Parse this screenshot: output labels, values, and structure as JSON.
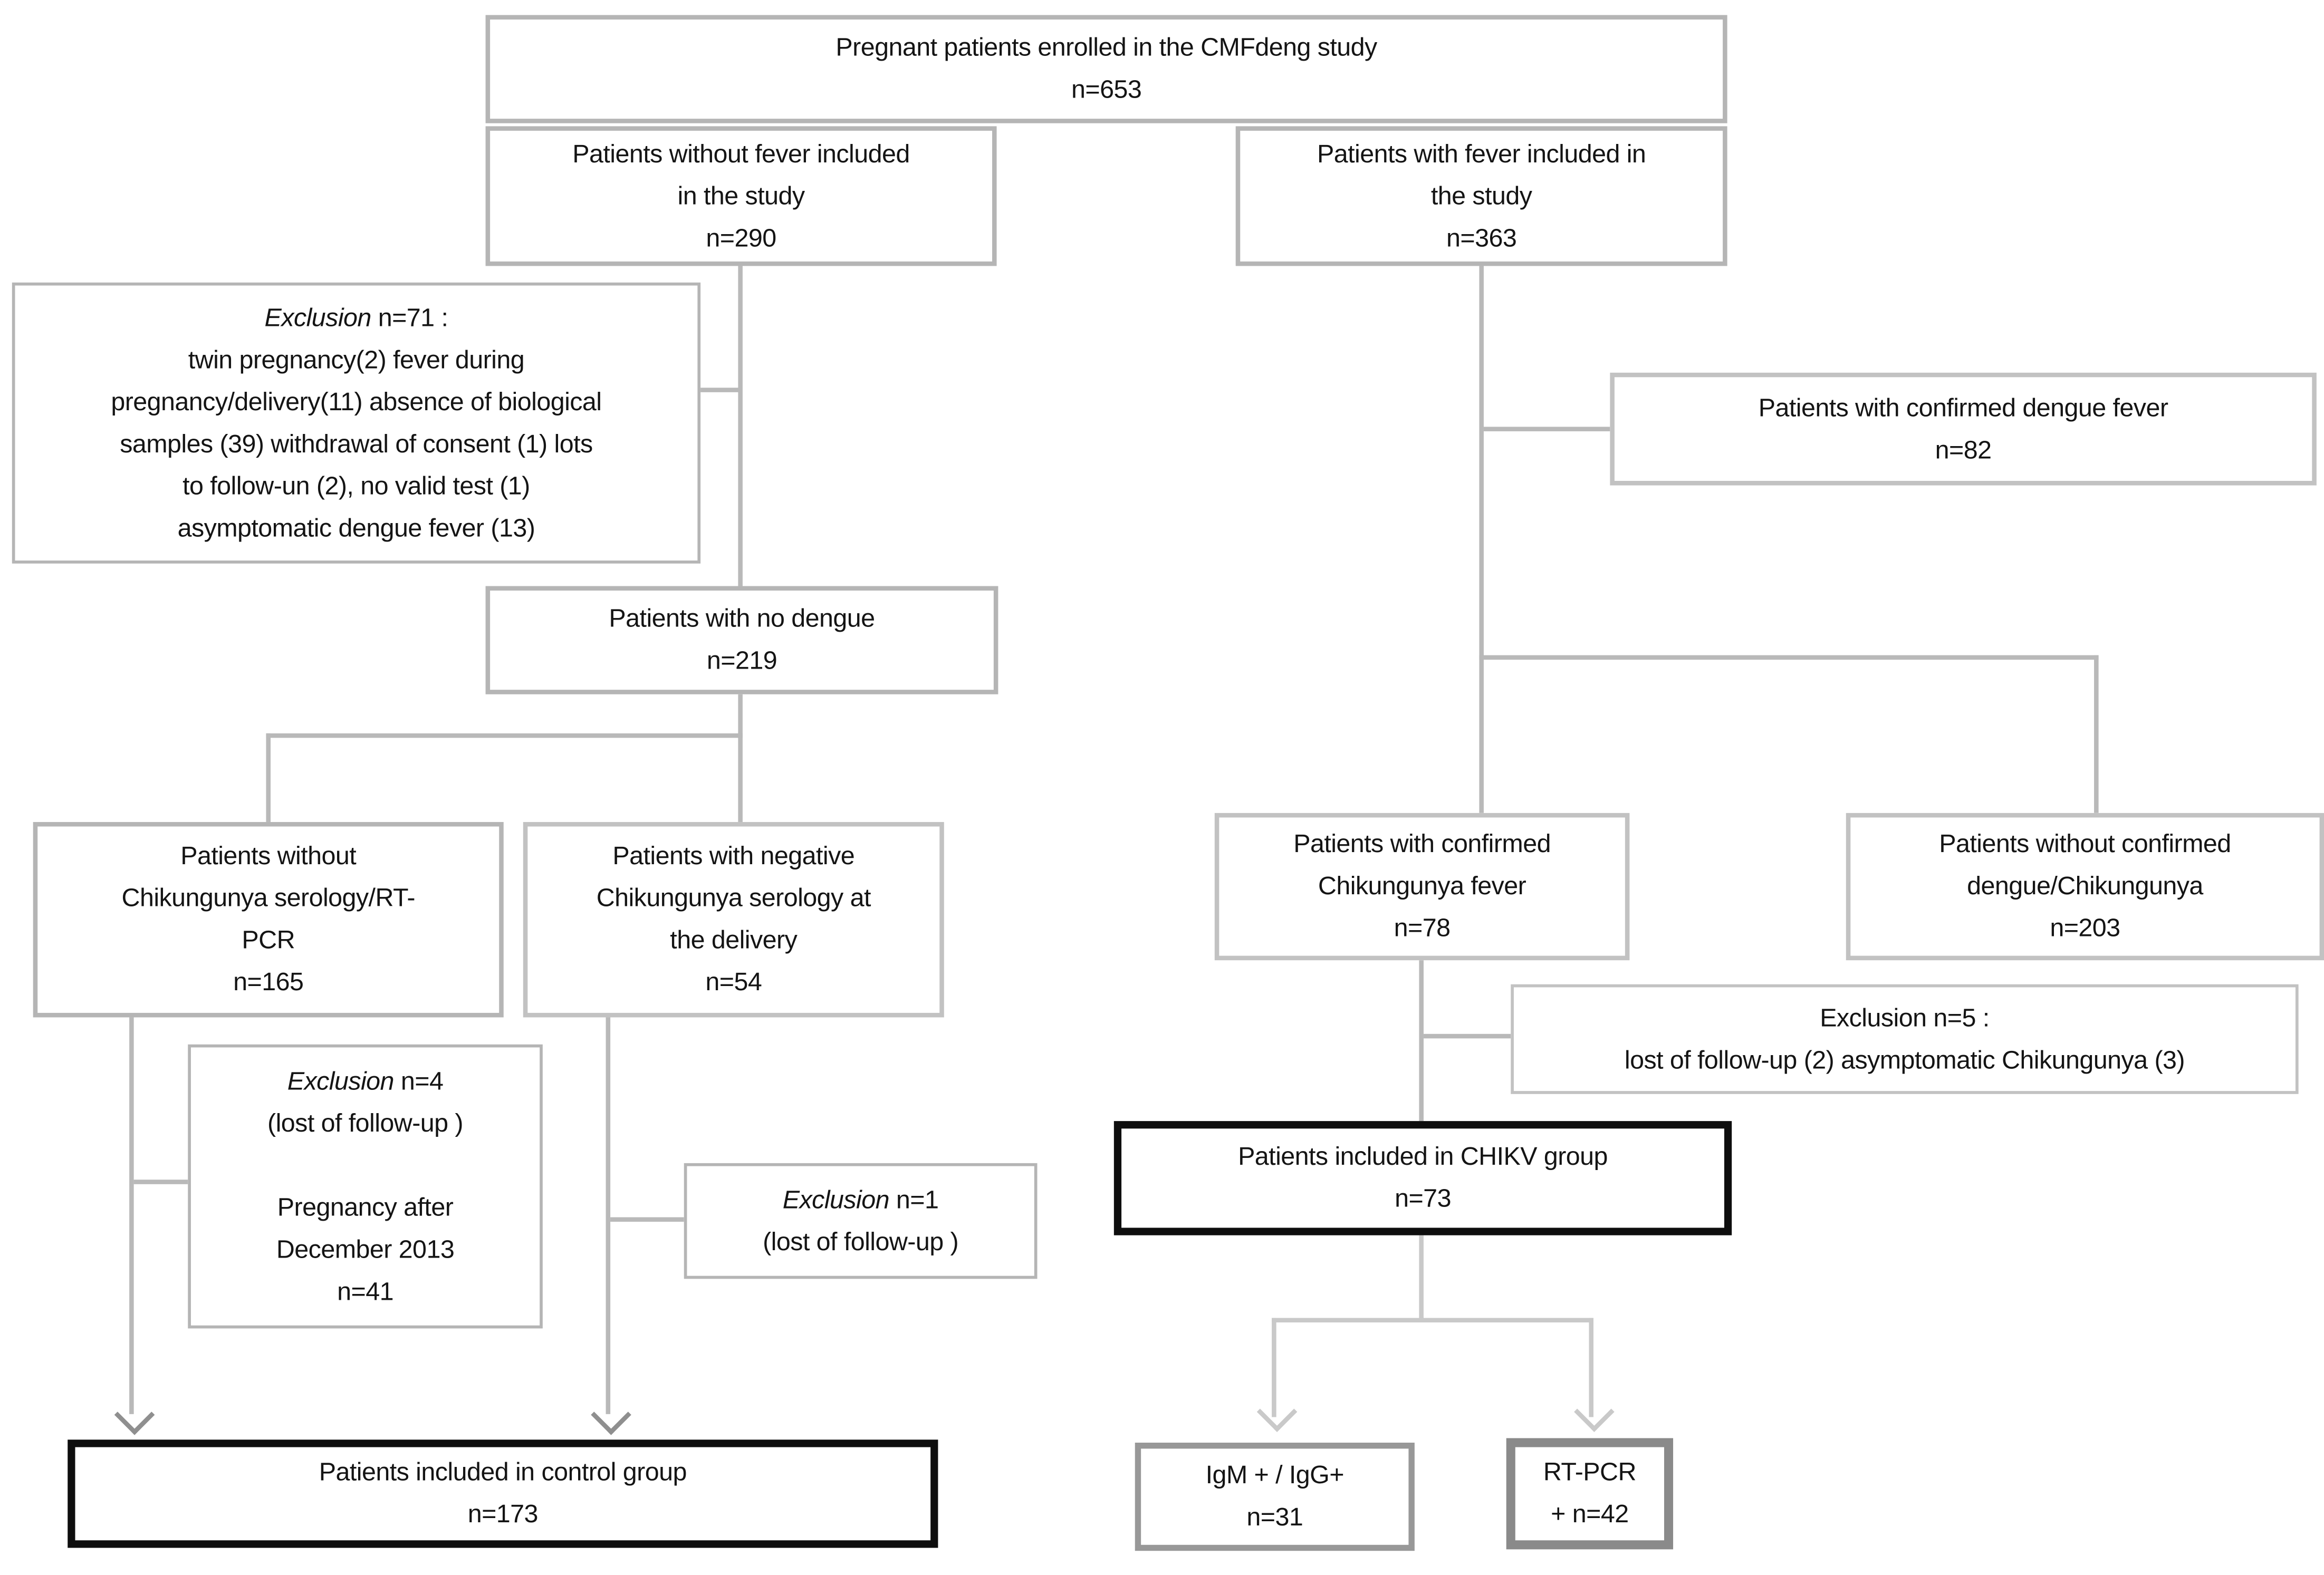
{
  "figure": {
    "type": "flow-diagram",
    "description": "Enrollment flowchart of pregnant patients in the CMFdeng study"
  },
  "colors": {
    "box_border": "#b5b5b5",
    "box_border_light": "#c2c2c2",
    "emphasis_border": "#0e0e0e",
    "igm_border": "#989898",
    "rtpcr_border": "#8a8a8a",
    "connector": "#b9b9b9",
    "connector_light": "#c9c9c9",
    "arrow_dark": "#8f8f8f",
    "arrow_light": "#c9c9c9",
    "text": "#141414",
    "background": "#ffffff"
  },
  "boxes": {
    "enrolled": {
      "lines": [
        "Pregnant patients enrolled in the  CMFdeng study",
        "n=653"
      ]
    },
    "no_fever": {
      "lines": [
        "Patients without fever included",
        "in the study",
        "n=290"
      ]
    },
    "fever": {
      "lines": [
        "Patients with  fever included in",
        "the study",
        "n=363"
      ]
    },
    "exclusion_71": {
      "italic": "Exclusion",
      "rest": " n=71 :",
      "lines": [
        "twin  pregnancy(2) fever during",
        "pregnancy/delivery(11) absence of biological",
        "samples (39)  withdrawal  of consent (1)  lots",
        "to follow-un  (2), no valid  test  (1)",
        "asymptomatic  dengue fever (13)"
      ]
    },
    "no_dengue": {
      "lines": [
        "Patients with  no dengue",
        "n=219"
      ]
    },
    "confirmed_dengue": {
      "lines": [
        "Patients with confirmed dengue fever",
        "n=82"
      ]
    },
    "no_chik_serology": {
      "lines": [
        "Patients without",
        "Chikungunya serology/RT-",
        "PCR",
        "n=165"
      ]
    },
    "neg_chik_serology": {
      "lines": [
        "Patients with  negative",
        "Chikungunya serology at",
        "the delivery",
        "n=54"
      ]
    },
    "confirmed_chik": {
      "lines": [
        "Patients with confirmed",
        "Chikungunya fever",
        "n=78"
      ]
    },
    "no_confirmed": {
      "lines": [
        "Patients without confirmed",
        "dengue/Chikungunya",
        "n=203"
      ]
    },
    "exclusion_5": {
      "lines": [
        "Exclusion n=5 :",
        "lost of follow-up (2) asymptomatic  Chikungunya (3)"
      ]
    },
    "chikv_group": {
      "lines": [
        "Patients included in CHIKV  group",
        "n=73"
      ]
    },
    "exclusion_4": {
      "italic": "Exclusion",
      "rest": " n=4",
      "lines": [
        "(lost of follow-up )",
        "",
        "Pregnancy after",
        "December 2013",
        "n=41"
      ]
    },
    "exclusion_1": {
      "italic": "Exclusion",
      "rest": " n=1",
      "lines": [
        "(lost of follow-up )"
      ]
    },
    "control_group": {
      "lines": [
        "Patients included in control group",
        "n=173"
      ]
    },
    "igm": {
      "lines": [
        "IgM + / IgG+",
        "n=31"
      ]
    },
    "rtpcr": {
      "lines": [
        "RT-PCR",
        "+ n=42"
      ]
    }
  }
}
